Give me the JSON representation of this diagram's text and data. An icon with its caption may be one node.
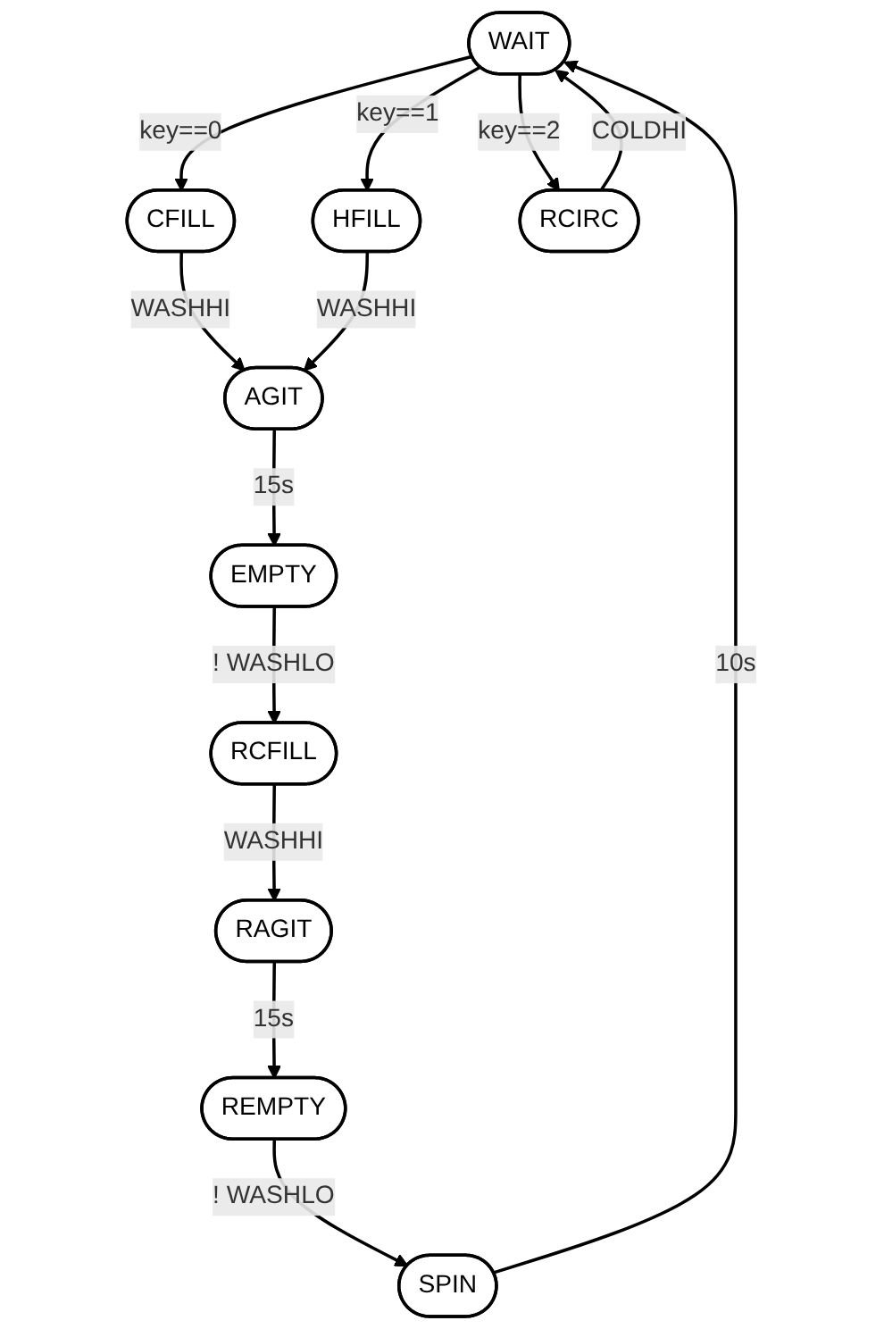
{
  "diagram": {
    "nodes": [
      {
        "text": [
          "WAIT"
        ]
      },
      {
        "text": [
          "CFILL"
        ]
      },
      {
        "text": [
          "HFILL"
        ]
      },
      {
        "text": [
          "RCIRC"
        ]
      },
      {
        "text": [
          "AGIT"
        ]
      },
      {
        "text": [
          "EMPTY"
        ]
      },
      {
        "text": [
          "RCFILL"
        ]
      },
      {
        "text": [
          "RAGIT"
        ]
      },
      {
        "text": [
          "REMPTY"
        ]
      },
      {
        "text": [
          "SPIN"
        ]
      }
    ],
    "edges": [
      {
        "from": 0,
        "to": 1,
        "arrow": "to",
        "label": "key==0"
      },
      {
        "from": 0,
        "to": 2,
        "arrow": "to",
        "label": "key==1"
      },
      {
        "from": 0,
        "to": 3,
        "arrow": "to",
        "label": "key==2"
      },
      {
        "from": 3,
        "to": 0,
        "arrow": "to",
        "label": "COLDHI"
      },
      {
        "from": 1,
        "to": 4,
        "arrow": "to",
        "label": "WASHHI"
      },
      {
        "from": 2,
        "to": 4,
        "arrow": "to",
        "label": "WASHHI"
      },
      {
        "from": 4,
        "to": 5,
        "arrow": "to",
        "label": "15s"
      },
      {
        "from": 5,
        "to": 6,
        "arrow": "to",
        "label": "! WASHLO"
      },
      {
        "from": 6,
        "to": 7,
        "arrow": "to",
        "label": "WASHHI"
      },
      {
        "from": 7,
        "to": 8,
        "arrow": "to",
        "label": "15s"
      },
      {
        "from": 8,
        "to": 9,
        "arrow": "to",
        "label": "! WASHLO"
      },
      {
        "from": 9,
        "to": 0,
        "arrow": "to",
        "label": "10s"
      }
    ]
  }
}
